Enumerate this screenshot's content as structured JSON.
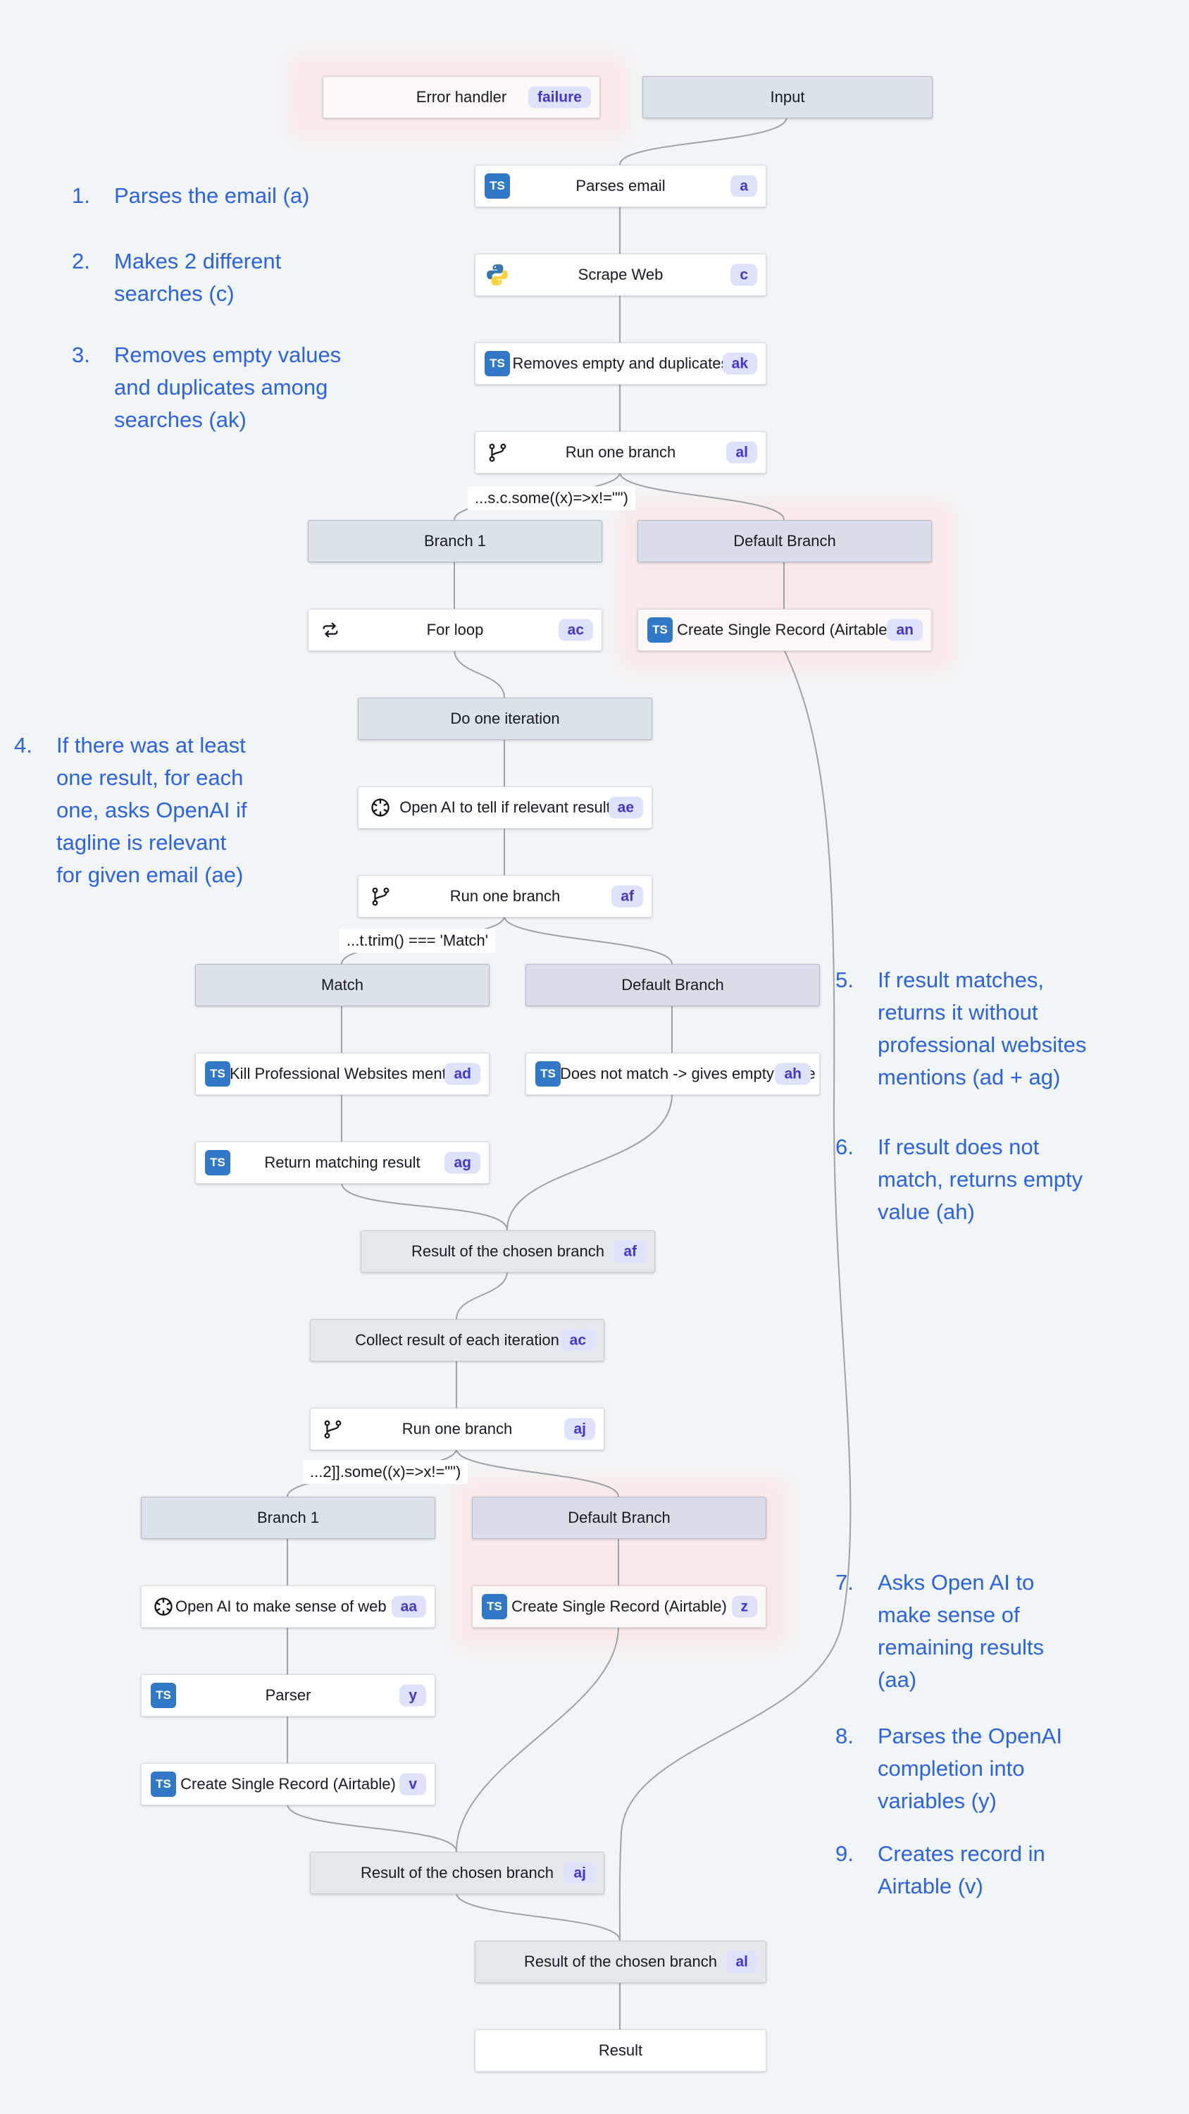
{
  "colors": {
    "page_bg": "#f2f5f8",
    "annotation_blue": "#2b63e3",
    "badge_bg": "#dfe2fc",
    "badge_text": "#4534d2",
    "branch_header_bg": "#dbe2e9",
    "gray_node_bg": "#e3e8ed",
    "error_highlight": "#f9eae9",
    "typescript_blue": "#3178c6",
    "edge_gray": "#9aa3ab"
  },
  "icons": {
    "typescript_glyph": "TS",
    "python": "python-logo",
    "openai": "openai-logo",
    "branch": "git-branch",
    "loop": "loop-arrows"
  },
  "nodes": {
    "error_handler": {
      "label": "Error handler",
      "badge": "failure"
    },
    "input": {
      "label": "Input"
    },
    "parses_email": {
      "label": "Parses email",
      "badge": "a"
    },
    "scrape_web": {
      "label": "Scrape Web",
      "badge": "c"
    },
    "removes_empty": {
      "label": "Removes empty and duplicates",
      "badge": "ak"
    },
    "run_one_branch_al": {
      "label": "Run one branch",
      "badge": "al"
    },
    "branch1_a": {
      "label": "Branch 1"
    },
    "default_branch_a": {
      "label": "Default Branch"
    },
    "for_loop": {
      "label": "For loop",
      "badge": "ac"
    },
    "csr_an": {
      "label": "Create Single Record (Airtable)",
      "badge": "an"
    },
    "do_one_iteration": {
      "label": "Do one iteration"
    },
    "openai_tell": {
      "label": "Open AI to tell if relevant result",
      "badge": "ae"
    },
    "run_one_branch_af": {
      "label": "Run one branch",
      "badge": "af"
    },
    "match": {
      "label": "Match"
    },
    "default_branch_b": {
      "label": "Default Branch"
    },
    "kill_mentions": {
      "label": "Kill Professional Websites mentions",
      "badge": "ad"
    },
    "no_match": {
      "label": "Does not match -> gives empty value",
      "badge": "ah"
    },
    "return_matching": {
      "label": "Return matching result",
      "badge": "ag"
    },
    "result_af": {
      "label": "Result of the chosen branch",
      "badge": "af"
    },
    "collect_ac": {
      "label": "Collect result of each iteration",
      "badge": "ac"
    },
    "run_one_branch_aj": {
      "label": "Run one branch",
      "badge": "aj"
    },
    "branch1_b": {
      "label": "Branch 1"
    },
    "default_branch_c": {
      "label": "Default Branch"
    },
    "openai_sense": {
      "label": "Open AI to make sense of web info",
      "badge": "aa"
    },
    "csr_z": {
      "label": "Create Single Record (Airtable)",
      "badge": "z"
    },
    "parser": {
      "label": "Parser",
      "badge": "y"
    },
    "csr_v": {
      "label": "Create Single Record (Airtable)",
      "badge": "v"
    },
    "result_aj": {
      "label": "Result of the chosen branch",
      "badge": "aj"
    },
    "result_al": {
      "label": "Result of the chosen branch",
      "badge": "al"
    },
    "result": {
      "label": "Result"
    }
  },
  "conditions": {
    "c1": "...s.c.some((x)=>x!=\"\")",
    "c2": "...t.trim() === 'Match'",
    "c3": "...2]].some((x)=>x!=\"\")"
  },
  "annotations": {
    "a1": {
      "num": "1.",
      "lines": [
        "Parses the email (a)"
      ]
    },
    "a2": {
      "num": "2.",
      "lines": [
        "Makes 2 different",
        "searches (c)"
      ]
    },
    "a3": {
      "num": "3.",
      "lines": [
        "Removes empty values",
        "and duplicates among",
        "searches (ak)"
      ]
    },
    "a4": {
      "num": "4.",
      "lines": [
        "If there was at least",
        "one result, for each",
        "one, asks OpenAI if",
        "tagline is relevant",
        "for given email (ae)"
      ]
    },
    "a5": {
      "num": "5.",
      "lines": [
        "If result matches,",
        "returns it without",
        "professional websites",
        "mentions (ad + ag)"
      ]
    },
    "a6": {
      "num": "6.",
      "lines": [
        "If result does not",
        "match, returns empty",
        "value (ah)"
      ]
    },
    "a7": {
      "num": "7.",
      "lines": [
        "Asks Open AI to",
        "make sense of",
        "remaining results",
        "(aa)"
      ]
    },
    "a8": {
      "num": "8.",
      "lines": [
        "Parses the OpenAI",
        "completion into",
        "variables (y)"
      ]
    },
    "a9": {
      "num": "9.",
      "lines": [
        "Creates record in",
        "Airtable (v)"
      ]
    }
  }
}
